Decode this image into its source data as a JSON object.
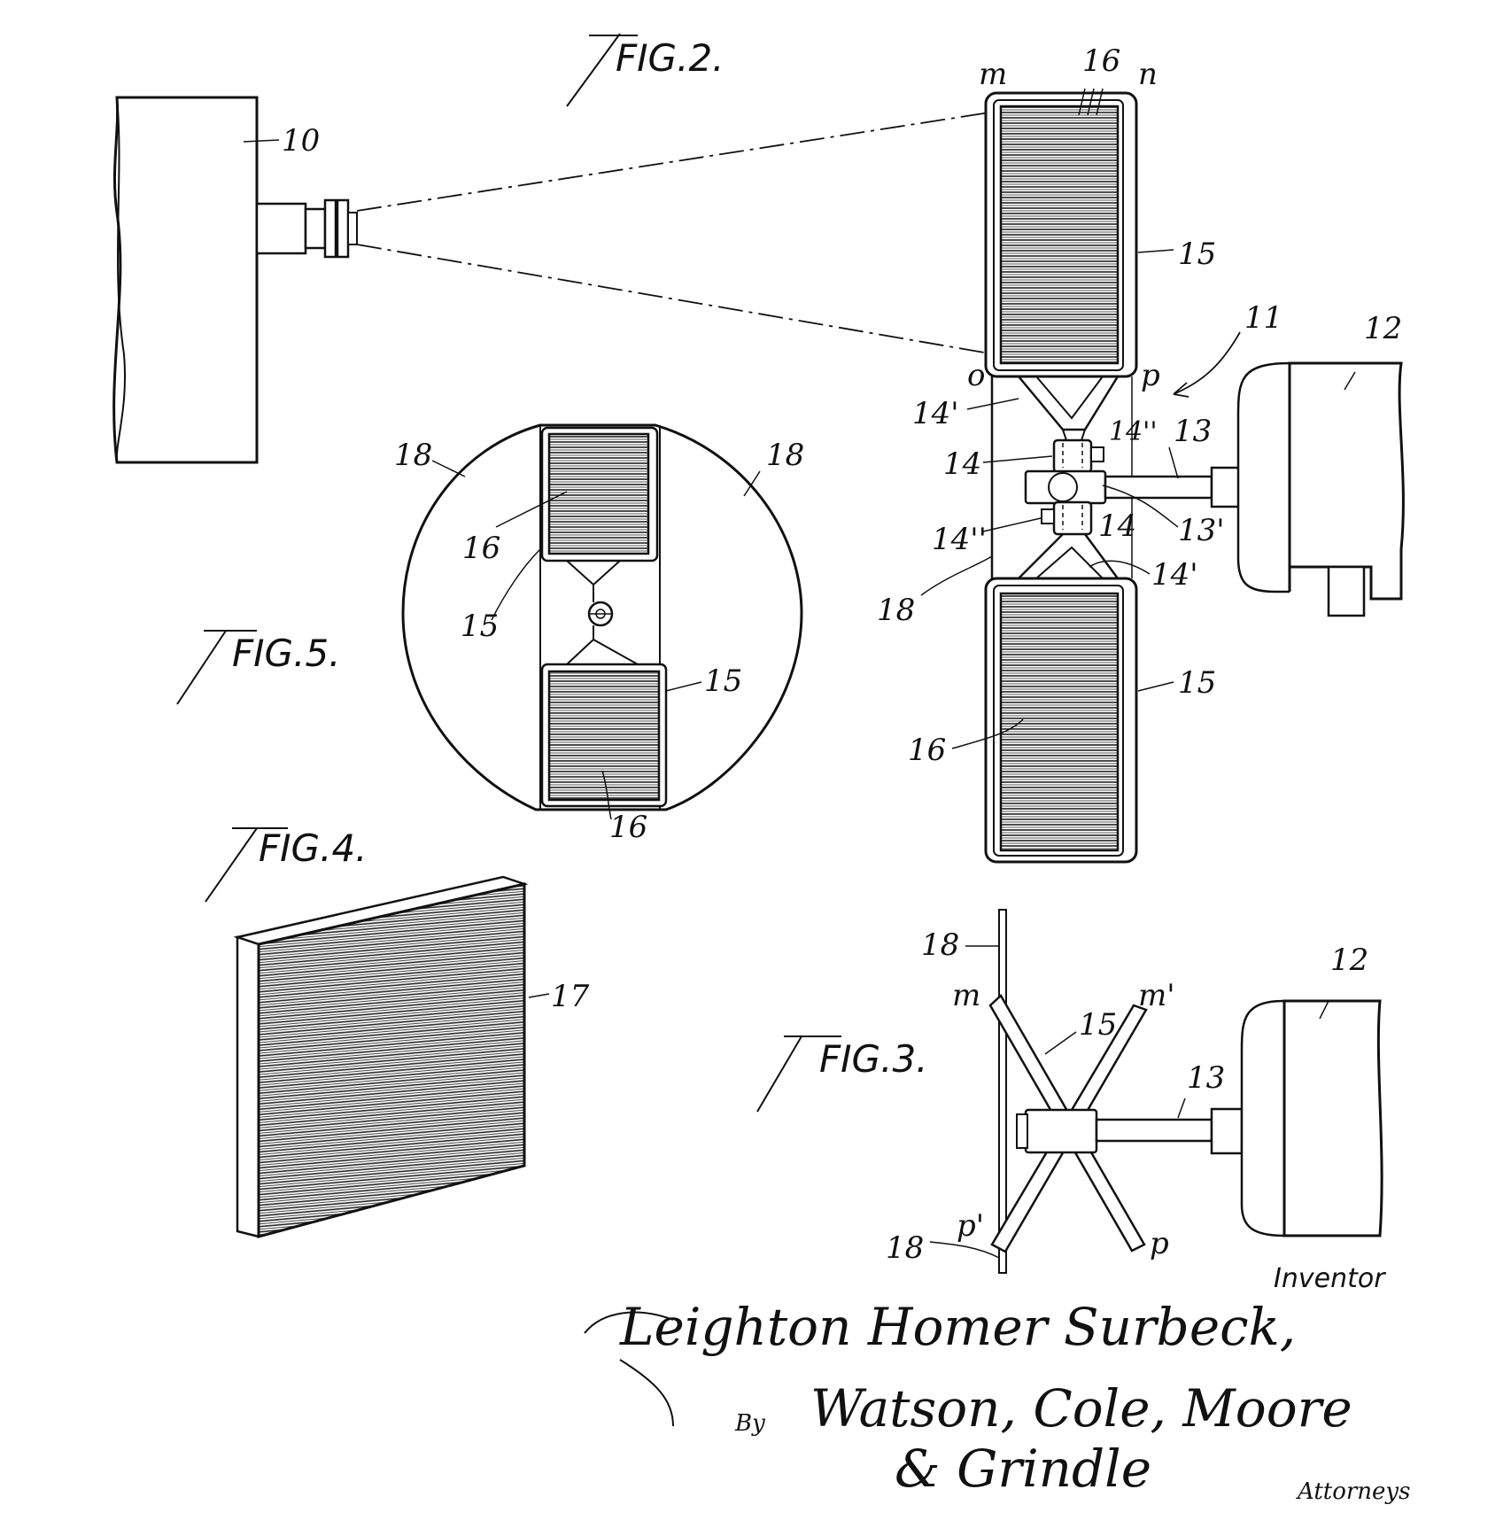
{
  "figures": {
    "fig2": "FIG.2.",
    "fig3": "FIG.3.",
    "fig4": "FIG.4.",
    "fig5": "FIG.5."
  },
  "labels": {
    "n10": "10",
    "n11": "11",
    "n12": "12",
    "n12b": "12",
    "n13": "13",
    "n13b": "13",
    "n13p": "13'",
    "n14": "14",
    "n14b": "14",
    "n14p_top": "14'",
    "n14p_bot": "14'",
    "n14pp_top": "14''",
    "n14pp_bot": "14''",
    "n15_top": "15",
    "n15_bot": "15",
    "n15_f5a": "15",
    "n15_f5b": "15",
    "n15_f3": "15",
    "n16_top": "16",
    "n16_bot": "16",
    "n16_f5a": "16",
    "n16_f5b": "16",
    "n17": "17",
    "n18_f2": "18",
    "n18_f5a": "18",
    "n18_f5b": "18",
    "n18_f3a": "18",
    "n18_f3b": "18",
    "m": "m",
    "n": "n",
    "o": "o",
    "p": "p",
    "m_f3": "m",
    "m1_f3": "m'",
    "p_f3": "p",
    "p1_f3": "p'"
  },
  "signature": {
    "inventor_label": "Inventor",
    "inventor_name": "Leighton Homer Surbeck,",
    "by": "By",
    "attorneys_line1": "Watson, Cole, Moore",
    "attorneys_line2": "& Grindle",
    "attorneys_label": "Attorneys"
  }
}
